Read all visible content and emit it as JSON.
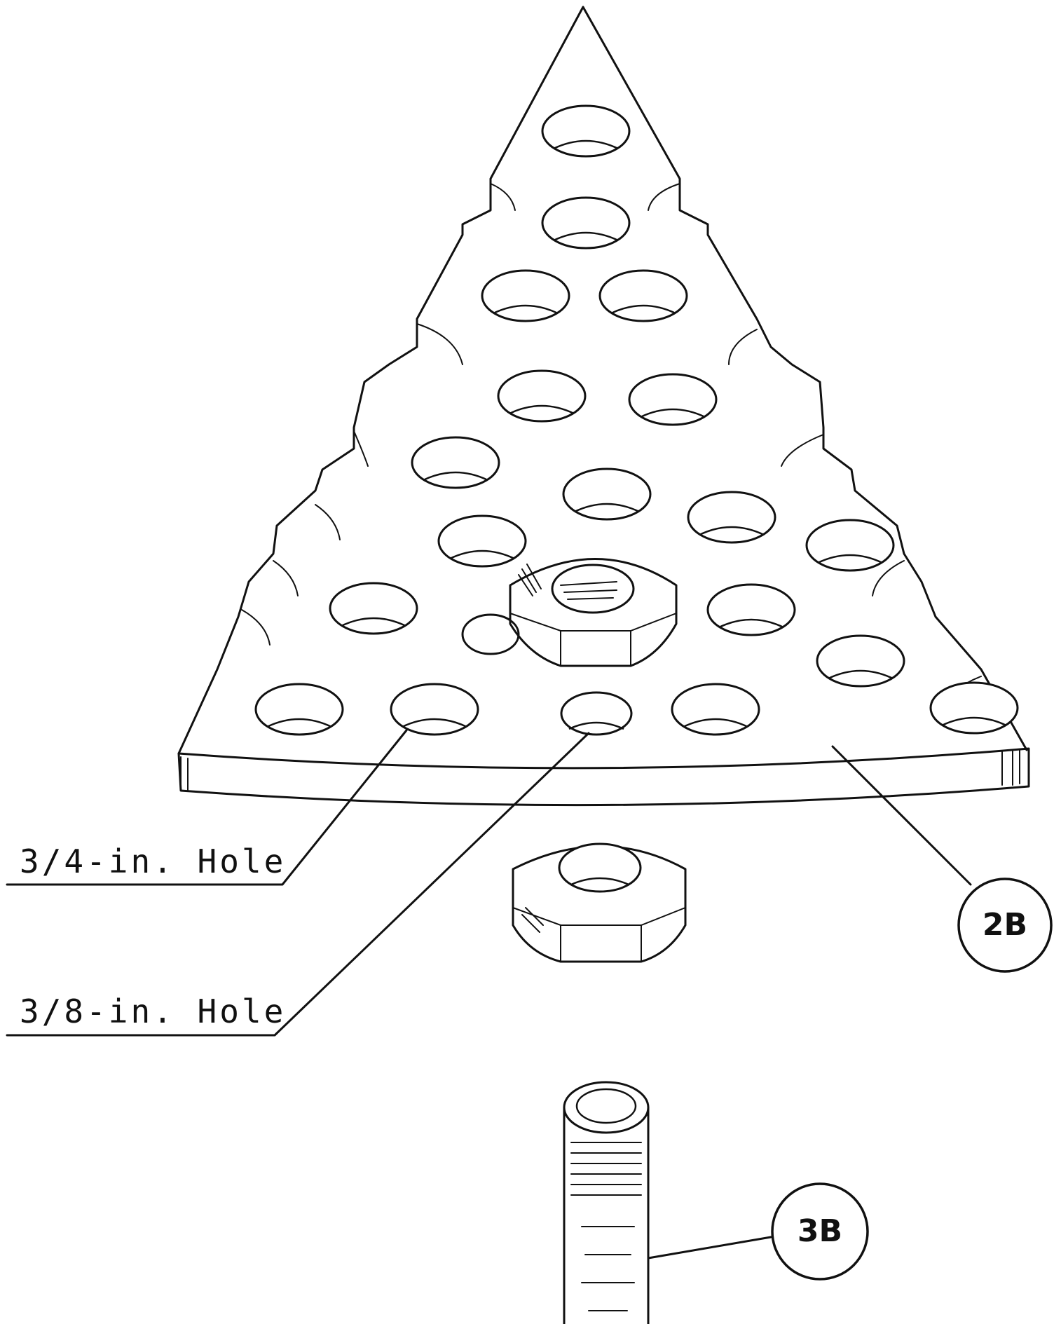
{
  "labels": {
    "hole_large": "3/4-in. Hole",
    "hole_small": "3/8-in. Hole"
  },
  "callouts": {
    "plate": "2B",
    "stud": "3B"
  }
}
